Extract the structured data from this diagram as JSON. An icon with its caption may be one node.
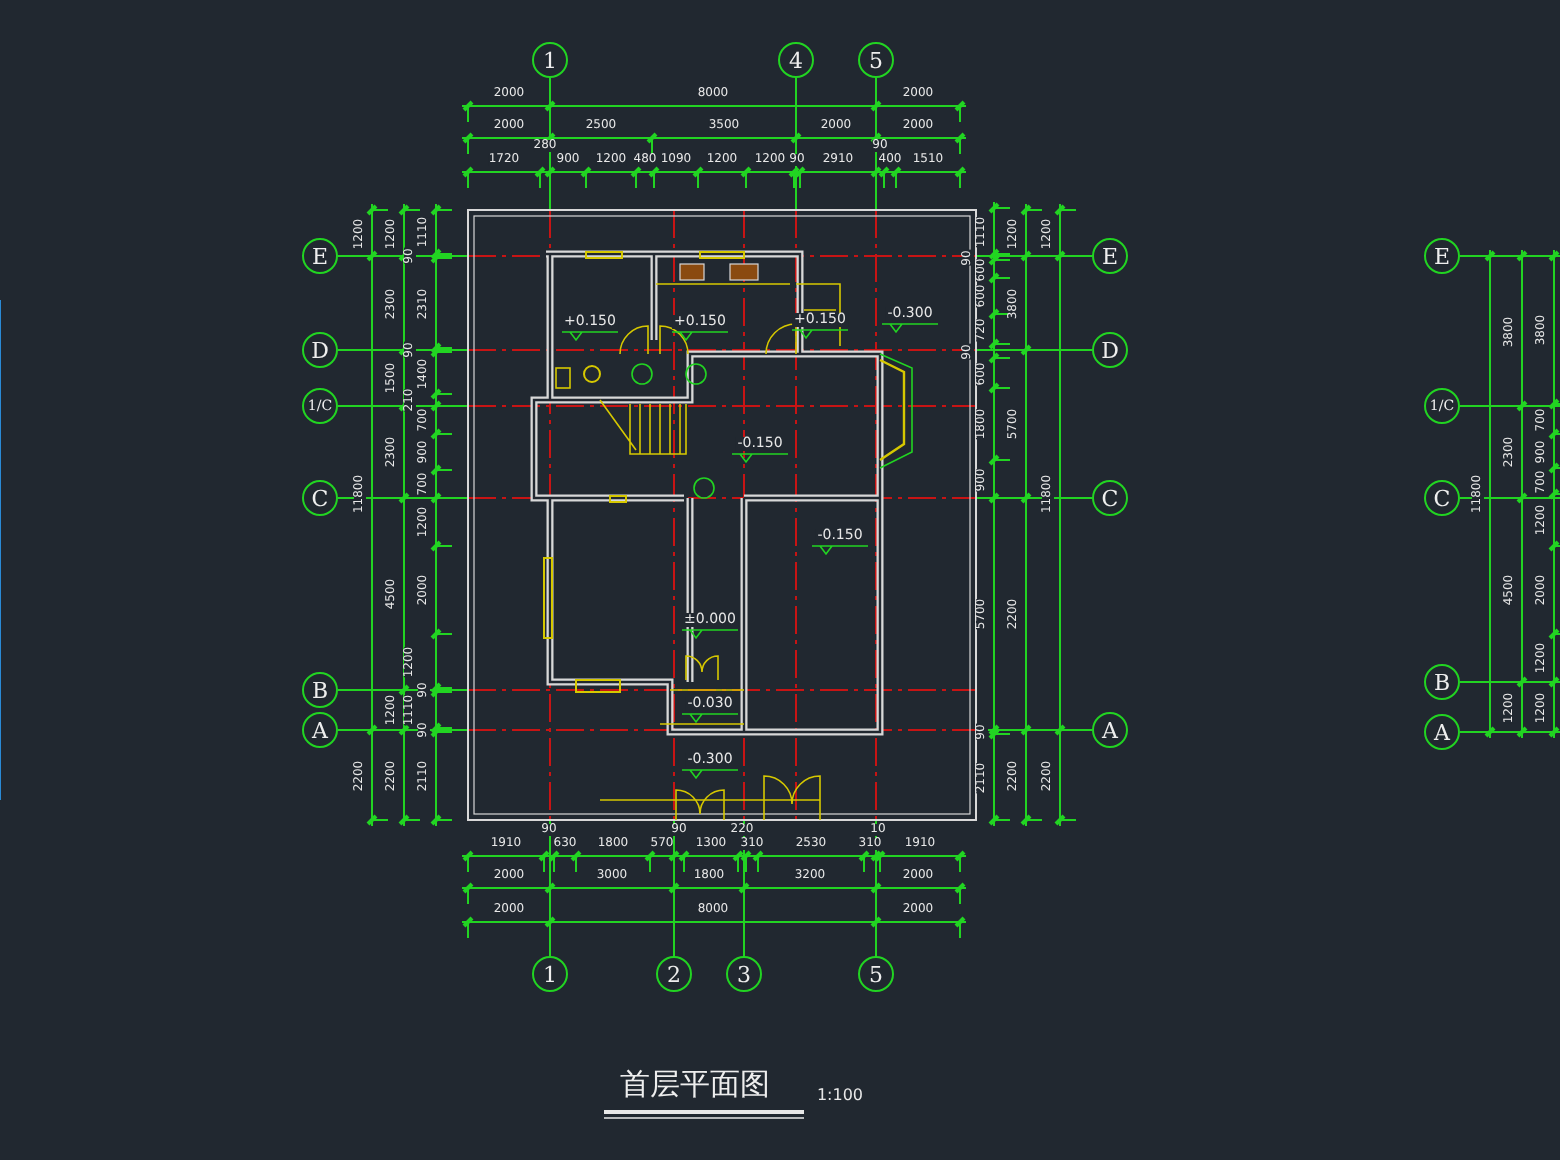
{
  "diagram": {
    "title": "首层平面图",
    "nodes": [
      {
        "text": [
          "1"
        ]
      },
      {
        "text": [
          "4"
        ]
      },
      {
        "text": [
          "5"
        ]
      },
      {
        "text": [
          "E"
        ]
      },
      {
        "text": [
          "D"
        ]
      },
      {
        "text": [
          "1/C"
        ]
      },
      {
        "text": [
          "C"
        ]
      },
      {
        "text": [
          "B"
        ]
      },
      {
        "text": [
          "A"
        ]
      },
      {
        "text": [
          "E"
        ]
      },
      {
        "text": [
          "D"
        ]
      },
      {
        "text": [
          "C"
        ]
      },
      {
        "text": [
          "A"
        ]
      },
      {
        "text": [
          "1"
        ]
      },
      {
        "text": [
          "2"
        ]
      },
      {
        "text": [
          "3"
        ]
      },
      {
        "text": [
          "5"
        ]
      },
      {
        "text": [
          "E"
        ]
      },
      {
        "text": [
          "1/C"
        ]
      },
      {
        "text": [
          "C"
        ]
      },
      {
        "text": [
          "B"
        ]
      },
      {
        "text": [
          "A"
        ]
      }
    ],
    "labels": [
      "2000",
      "8000",
      "2000",
      "2000",
      "2500",
      "3500",
      "2000",
      "2000",
      "1720",
      "280",
      "900",
      "1200",
      "480",
      "1090",
      "1200",
      "1200",
      "90",
      "2910",
      "90",
      "400",
      "1510",
      "1200",
      "11800",
      "2200",
      "1200",
      "2300",
      "1500",
      "2300",
      "4500",
      "1200",
      "2200",
      "1110",
      "90",
      "2310",
      "90",
      "1400",
      "210",
      "700",
      "900",
      "700",
      "1200",
      "2000",
      "1200",
      "90",
      "1110",
      "90",
      "2110",
      "+0.150",
      "+0.150",
      "+0.150",
      "-0.300",
      "-0.150",
      "-0.150",
      "±0.000",
      "-0.030",
      "-0.300",
      "1110",
      "90",
      "600",
      "600",
      "720",
      "90",
      "600",
      "1800",
      "900",
      "5700",
      "90",
      "2110",
      "1200",
      "3800",
      "5700",
      "2200",
      "2200",
      "1200",
      "11800",
      "2200",
      "11800",
      "3800",
      "2300",
      "4500",
      "1200",
      "3800",
      "700",
      "900",
      "700",
      "1200",
      "2000",
      "1200",
      "1200",
      "1910",
      "90",
      "630",
      "1800",
      "570",
      "90",
      "1300",
      "220",
      "310",
      "2530",
      "310",
      "10",
      "1910",
      "2000",
      "3000",
      "1800",
      "3200",
      "2000",
      "2000",
      "8000",
      "2000",
      "1:100"
    ]
  }
}
